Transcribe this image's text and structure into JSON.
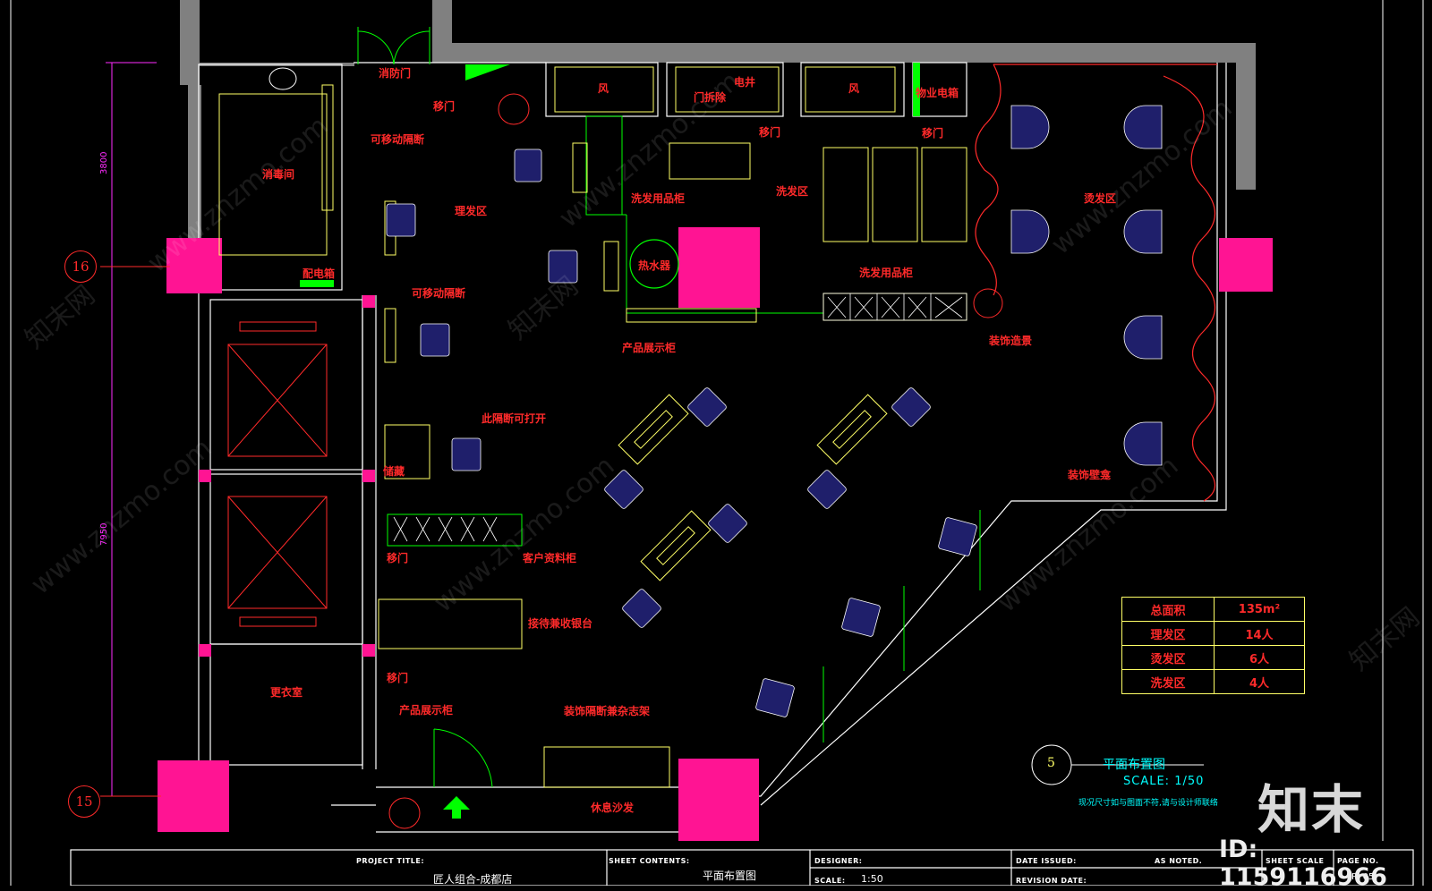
{
  "plan": {
    "rooms": {
      "fire_door": "消防门",
      "sliding_door_1": "移门",
      "wind_1": "风",
      "elec_shaft": "电井",
      "door_remove": "门拆除",
      "wind_2": "风",
      "property_elec": "物业电箱",
      "disinfection": "消毒间",
      "movable_partition_1": "可移动隔断",
      "haircut_area": "理发区",
      "wash_cabinet_1": "洗发用品柜",
      "sliding_door_2": "移门",
      "sliding_door_3": "移门",
      "wash_area": "洗发区",
      "perm_area": "烫发区",
      "heater": "热水器",
      "power_box": "配电箱",
      "movable_partition_2": "可移动隔断",
      "wash_cabinet_2": "洗发用品柜",
      "product_cabinet_1": "产品展示柜",
      "decor_shape": "装饰造景",
      "openable_partition": "此隔断可打开",
      "storage": "储藏",
      "decor_cabinet": "装饰壁龛",
      "client_cabinet": "客户资料柜",
      "sliding_door_4": "移门",
      "reception": "接待兼收银台",
      "changing": "更衣室",
      "sliding_door_5": "移门",
      "product_cabinet_2": "产品展示柜",
      "decor_partition": "装饰隔断兼杂志架",
      "sofa": "休息沙发"
    },
    "dimensions": {
      "top": "3800",
      "bottom": "7950"
    },
    "axes": {
      "a": "16",
      "b": "15"
    }
  },
  "stats": [
    {
      "key": "总面积",
      "value": "135m²"
    },
    {
      "key": "理发区",
      "value": "14人"
    },
    {
      "key": "烫发区",
      "value": "6人"
    },
    {
      "key": "洗发区",
      "value": "4人"
    }
  ],
  "drawing_title": {
    "number": "5",
    "name": "平面布置图",
    "scale": "SCALE: 1/50",
    "note": "现况尺寸如与图面不符,请与设计师联络"
  },
  "title_block": {
    "project_label": "PROJECT TITLE:",
    "project_value": "匠人组合-成都店",
    "sheet_label": "SHEET CONTENTS:",
    "sheet_value": "平面布置图",
    "designer_label": "DESIGNER:",
    "scale_label": "SCALE:",
    "scale_value": "1:50",
    "date_label": "DATE ISSUED:",
    "as_noted": "AS NOTED.",
    "revision_label": "REVISION DATE:",
    "sheet_scale_label": "SHEET SCALE",
    "page_label": "PAGE NO.",
    "page_value": "P: 05"
  },
  "watermark": {
    "logo": "知末",
    "id": "ID: 1159116966",
    "text": "www.znzmo.com",
    "text_cn": "知末网"
  },
  "colors": {
    "wall": "#808080",
    "column": "#ff1493",
    "label": "#ff2a2a",
    "dimension": "#ff2bff",
    "furniture": "#ffff66",
    "chair": "#2e2e9e",
    "line": "#00ff00"
  }
}
